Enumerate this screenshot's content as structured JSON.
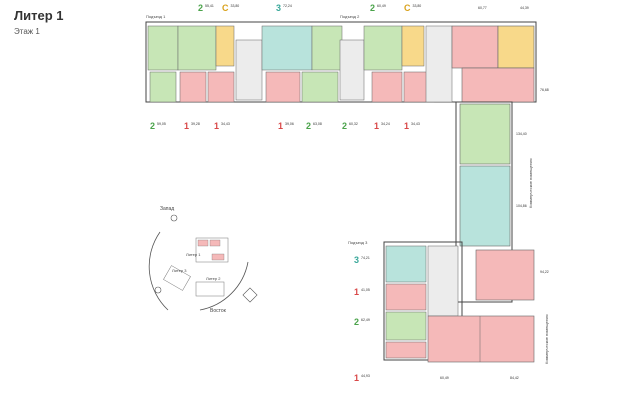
{
  "header": {
    "title": "Литер 1",
    "subtitle": "Этаж 1"
  },
  "sections": {
    "s1": "Подъезд 1",
    "s2": "Подъезд 2",
    "s3": "Подъезд 3"
  },
  "vertical_labels": {
    "comm1": "Коммерческие помещения",
    "comm2": "Коммерческие помещения"
  },
  "compass": {
    "west": "Запад",
    "east": "Восток",
    "l1": "Литер 1",
    "l2": "Литер 2",
    "l3": "Литер 3"
  },
  "top_badges": [
    {
      "n": "2",
      "a": "55,41",
      "color": "#4aa34a"
    },
    {
      "n": "C",
      "a": "33,80",
      "color": "#d9a21c"
    },
    {
      "n": "3",
      "a": "72,24",
      "color": "#3aa89a"
    },
    {
      "n": "2",
      "a": "60,49",
      "color": "#4aa34a"
    },
    {
      "n": "C",
      "a": "33,80",
      "color": "#d9a21c"
    }
  ],
  "bottom_badges": [
    {
      "n": "2",
      "a": "59,05",
      "color": "#4aa34a"
    },
    {
      "n": "1",
      "a": "39,28",
      "color": "#d94848"
    },
    {
      "n": "1",
      "a": "34,43",
      "color": "#d94848"
    },
    {
      "n": "1",
      "a": "39,06",
      "color": "#d94848"
    },
    {
      "n": "2",
      "a": "63,08",
      "color": "#4aa34a"
    },
    {
      "n": "2",
      "a": "60,32",
      "color": "#4aa34a"
    },
    {
      "n": "1",
      "a": "34,24",
      "color": "#d94848"
    },
    {
      "n": "1",
      "a": "34,43",
      "color": "#d94848"
    }
  ],
  "section3_badges": [
    {
      "n": "3",
      "a": "74,21",
      "color": "#3aa89a"
    },
    {
      "n": "1",
      "a": "41,05",
      "color": "#d94848"
    },
    {
      "n": "2",
      "a": "62,49",
      "color": "#4aa34a"
    },
    {
      "n": "1",
      "a": "44,93",
      "color": "#d94848"
    }
  ],
  "commercial_areas": {
    "c1": "60,77",
    "c2": "44,39",
    "c3": "76,68",
    "c4": "134,40",
    "c5": "104,86",
    "c6": "94,22",
    "c7": "60,49",
    "c8": "84,42"
  }
}
